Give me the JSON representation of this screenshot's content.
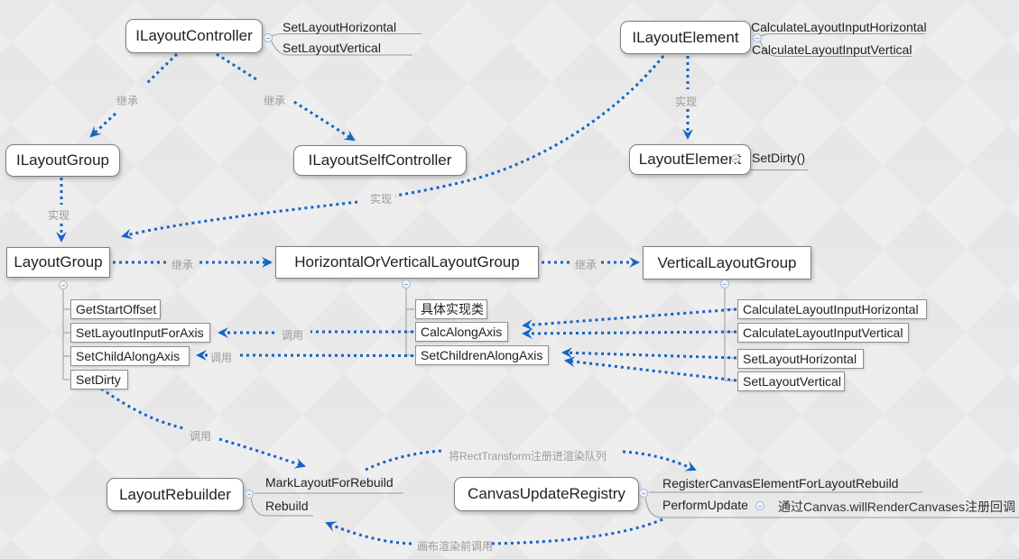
{
  "nodes": {
    "ilayout_controller": "ILayoutController",
    "ilayout_element": "ILayoutElement",
    "ilayout_group": "ILayoutGroup",
    "ilayout_self_controller": "ILayoutSelfController",
    "layout_element": "LayoutElement",
    "layout_group": "LayoutGroup",
    "hov_layout_group": "HorizontalOrVerticalLayoutGroup",
    "vertical_layout_group": "VerticalLayoutGroup",
    "layout_rebuilder": "LayoutRebuilder",
    "canvas_update_registry": "CanvasUpdateRegistry"
  },
  "methods": {
    "set_layout_horizontal": "SetLayoutHorizontal",
    "set_layout_vertical": "SetLayoutVertical",
    "calc_layout_input_horizontal": "CalculateLayoutInputHorizontal",
    "calc_layout_input_vertical": "CalculateLayoutInputVertical",
    "set_dirty_call": "SetDirty()",
    "get_start_offset": "GetStartOffset",
    "set_layout_input_for_axis": "SetLayoutInputForAxis",
    "set_child_along_axis": "SetChildAlongAxis",
    "set_dirty": "SetDirty",
    "concrete_impl": "具体实现类",
    "calc_along_axis": "CalcAlongAxis",
    "set_children_along_axis": "SetChildrenAlongAxis",
    "mark_layout_for_rebuild": "MarkLayoutForRebuild",
    "rebuild": "Rebuild",
    "register_canvas_element": "RegisterCanvasElementForLayoutRebuild",
    "perform_update": "PerformUpdate"
  },
  "relations": {
    "inherit": "继承",
    "implement": "实现",
    "call": "调用",
    "register_note": "将RectTransform注册进渲染队列",
    "pre_render_note": "画布渲染前调用",
    "perform_update_note": "通过Canvas.willRenderCanvases注册回调"
  },
  "colors": {
    "arrow_blue": "#1464c8",
    "box_border": "#7e7e7e",
    "note_gray": "#9b9b9b",
    "background": "#ebebeb"
  }
}
